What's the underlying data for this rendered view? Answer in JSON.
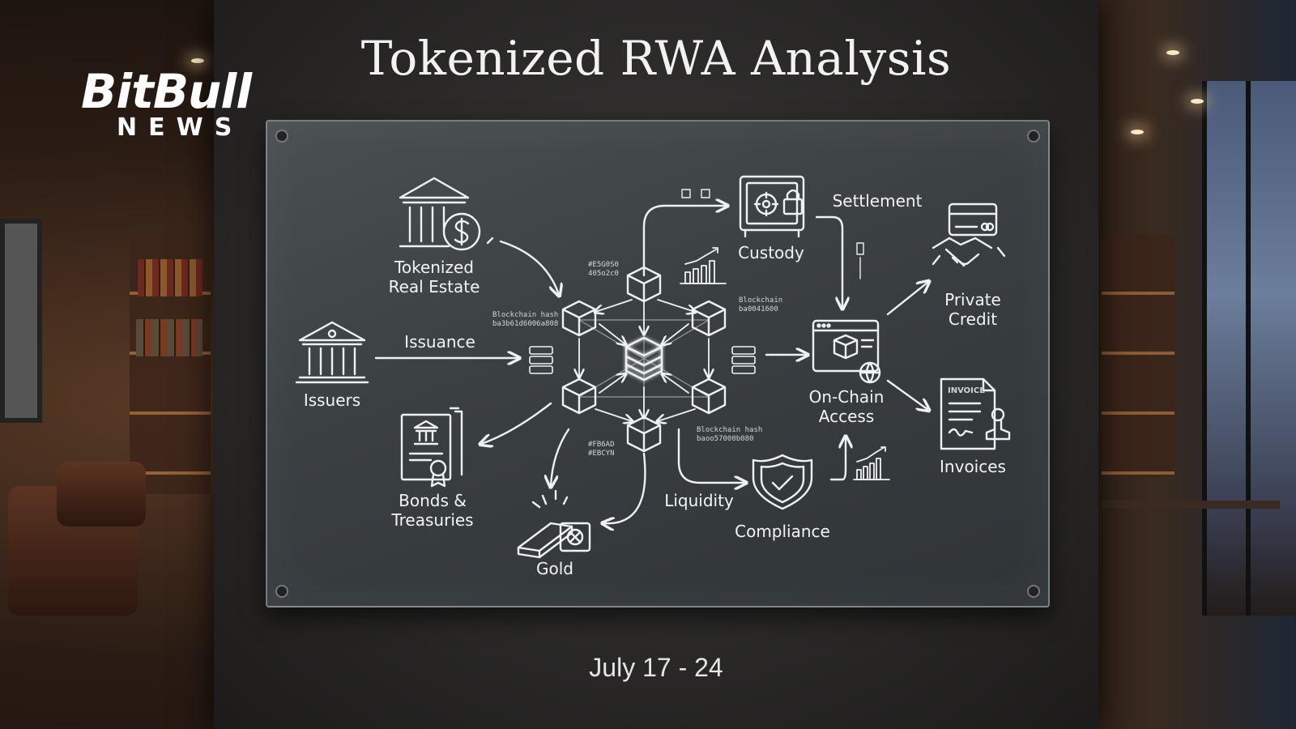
{
  "title": "Tokenized RWA Analysis",
  "logo": {
    "main": "BitBull",
    "sub": "NEWS"
  },
  "date": "July 17 - 24",
  "nodes": {
    "issuers": "Issuers",
    "issuance": "Issuance",
    "real_estate": "Tokenized\nReal Estate",
    "bonds": "Bonds &\nTreasuries",
    "gold": "Gold",
    "custody": "Custody",
    "settlement": "Settlement",
    "private_credit": "Private\nCredit",
    "on_chain": "On-Chain\nAccess",
    "invoices": "Invoices",
    "liquidity": "Liquidity",
    "compliance": "Compliance",
    "invoice_tag": "INVOICE"
  },
  "hashes": {
    "top": "#E5G0S0\n405o2c0",
    "left": "Blockchain hash\nba3b61d6006a808",
    "right": "Blockchain\nba0041600",
    "bottom_left": "#FB6AD\n#EBCYN",
    "bottom_right": "Blockchain hash\nbaoo57000b080"
  },
  "icons": [
    "bank-icon",
    "bank-dollar-icon",
    "document-seal-icon",
    "gold-bar-icon",
    "safe-icon",
    "credit-card-icon",
    "handshake-icon",
    "browser-globe-icon",
    "invoice-stamp-icon",
    "shield-check-icon",
    "bar-chart-icon",
    "blockchain-cube-icon"
  ],
  "colors": {
    "board": "#3a3f42",
    "chalk": "#f2f4f4",
    "wall": "#2a2928"
  }
}
